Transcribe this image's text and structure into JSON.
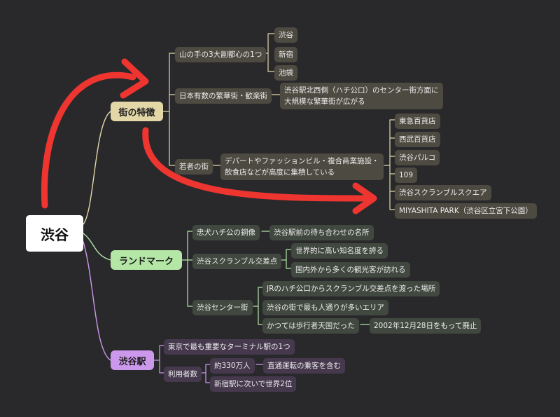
{
  "root": "渋谷",
  "branch_colors": {
    "features": "#e3d7a8",
    "landmarks": "#b4e6a6",
    "station": "#cc98ec",
    "arrow": "#ee3530"
  },
  "features": {
    "title": "街の特徴",
    "fukutoshin": {
      "label": "山の手の3大副都心の1つ",
      "items": [
        "渋谷",
        "新宿",
        "池袋"
      ]
    },
    "hanka": {
      "label": "日本有数の繁華街・歓楽街",
      "desc_line1": "渋谷駅北西側（ハチ公口）のセンター街方面に",
      "desc_line2": "大規模な繁華街が広がる"
    },
    "youth": {
      "label": "若者の街",
      "desc_line1": "デパートやファッションビル・複合商業施設・",
      "desc_line2": "飲食店などが高度に集積している",
      "shops": [
        "東急百貨店",
        "西武百貨店",
        "渋谷パルコ",
        "109",
        "渋谷スクランブルスクエア",
        "MIYASHITA PARK（渋谷区立宮下公園）"
      ]
    }
  },
  "landmarks": {
    "title": "ランドマーク",
    "hachiko": {
      "label": "忠犬ハチ公の銅像",
      "desc": "渋谷駅前の待ち合わせの名所"
    },
    "scramble": {
      "label": "渋谷スクランブル交差点",
      "items": [
        "世界的に高い知名度を誇る",
        "国内外から多くの観光客が訪れる"
      ]
    },
    "center": {
      "label": "渋谷センター街",
      "items": [
        "JRのハチ公口からスクランブル交差点を渡った場所",
        "渋谷の街で最も人通りが多いエリア",
        "かつては歩行者天国だった"
      ],
      "note": "2002年12月28日をもって廃止"
    }
  },
  "station": {
    "title": "渋谷駅",
    "terminal": "東京で最も重要なターミナル駅の1つ",
    "users": {
      "label": "利用者数",
      "count": "約330万人",
      "count_note": "直通運転の乗客を含む",
      "rank": "新宿駅に次いで世界2位"
    }
  }
}
